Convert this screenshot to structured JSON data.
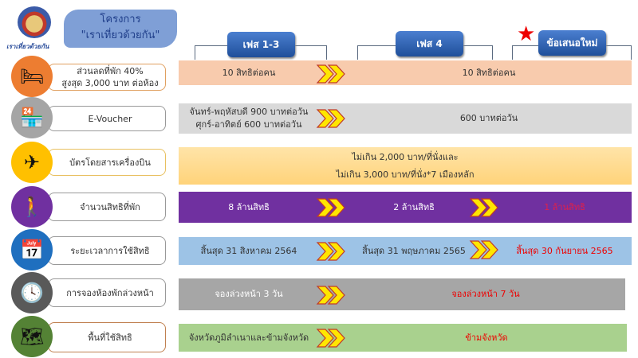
{
  "header": {
    "logo_caption": "เราเที่ยวด้วยกัน",
    "title_line1": "โครงการ",
    "title_line2": "\"เราเที่ยวด้วยกัน\""
  },
  "phases": [
    {
      "label": "เฟส 1-3"
    },
    {
      "label": "เฟส 4"
    },
    {
      "label": "ข้อเสนอใหม่"
    }
  ],
  "colors": {
    "accent_red": "#e00000",
    "chevron": "#ffe600"
  },
  "rows": [
    {
      "icon": "bed-icon",
      "label_line1": "ส่วนลดที่พัก 40%",
      "label_line2": "สูงสุด 3,000 บาท ต่อห้อง",
      "phase13": "10 สิทธิต่อคน",
      "phase4_new": "10 สิทธิต่อคน"
    },
    {
      "icon": "shop-icon",
      "label": "E-Voucher",
      "phase13_line1": "จันทร์-พฤหัสบดี 900 บาทต่อวัน",
      "phase13_line2": "ศุกร์-อาทิตย์ 600 บาทต่อวัน",
      "phase4_new": "600 บาทต่อวัน"
    },
    {
      "icon": "airplane-icon",
      "label": "บัตรโดยสารเครื่องบิน",
      "all_line1": "ไม่เกิน 2,000 บาท/ที่นั่งและ",
      "all_line2": "ไม่เกิน 3,000 บาท/ที่นั่ง*7 เมืองหลัก"
    },
    {
      "icon": "hiker-icon",
      "label": "จำนวนสิทธิที่พัก",
      "phase13": "8 ล้านสิทธิ",
      "phase4": "2 ล้านสิทธิ",
      "new": "1 ล้านสิทธิ"
    },
    {
      "icon": "calendar-icon",
      "label": "ระยะเวลาการใช้สิทธิ",
      "phase13": "สิ้นสุด 31 สิงหาคม 2564",
      "phase4": "สิ้นสุด 31 พฤษภาคม 2565",
      "new": "สิ้นสุด 30 กันยายน 2565"
    },
    {
      "icon": "clock-icon",
      "label": "การจองห้องพักล่วงหน้า",
      "phase13": "จองล่วงหน้า 3 วัน",
      "phase4_new": "จองล่วงหน้า 7 วัน"
    },
    {
      "icon": "map-icon",
      "label": "พื้นที่ใช้สิทธิ",
      "phase13": "จังหวัดภูมิลำเนาและข้ามจังหวัด",
      "phase4_new": "ข้ามจังหวัด"
    }
  ]
}
